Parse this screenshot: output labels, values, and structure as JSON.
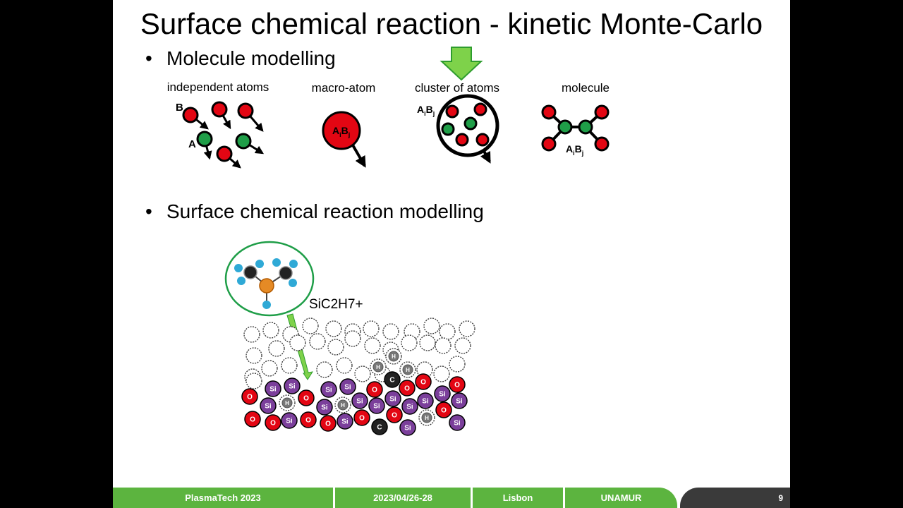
{
  "slide": {
    "title": "Surface chemical reaction - kinetic Monte-Carlo",
    "bullets": [
      "Molecule modelling",
      "Surface chemical reaction modelling"
    ],
    "bullet_glyph": "•"
  },
  "panels": {
    "independent_atoms": {
      "label": "independent atoms",
      "atom_b": "B",
      "atom_a": "A"
    },
    "macro_atom": {
      "label": "macro-atom",
      "formula_a": "A",
      "formula_i": "i",
      "formula_b": "B",
      "formula_j": "j"
    },
    "cluster": {
      "label": "cluster of atoms",
      "formula_a": "A",
      "formula_i": "i",
      "formula_b": "B",
      "formula_j": "j"
    },
    "molecule": {
      "label": "molecule",
      "formula_a": "A",
      "formula_i": "i",
      "formula_b": "B",
      "formula_j": "j"
    }
  },
  "surface": {
    "species_label": "SiC2H7+",
    "atom_labels": {
      "si": "Si",
      "o": "O",
      "c": "C",
      "h": "H"
    }
  },
  "colors": {
    "red_atom": "#e30613",
    "green_atom": "#1f9e48",
    "purple_atom": "#7b3f9b",
    "orange_atom": "#e58a25",
    "cyan_atom": "#2fa9d6",
    "arrow_green": "#7ed24a",
    "footer_green": "#5cb43f",
    "footer_dark": "#3a3a3a"
  },
  "icons": {
    "down_arrow": "down-arrow-icon"
  },
  "footer": {
    "event": "PlasmaTech 2023",
    "dates": "2023/04/26-28",
    "city": "Lisbon",
    "org": "UNAMUR",
    "page": "9"
  }
}
